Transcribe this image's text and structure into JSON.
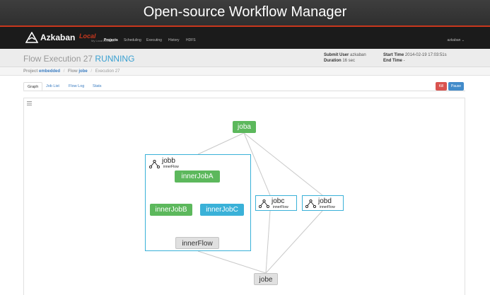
{
  "banner": {
    "title": "Open-source Workflow Manager"
  },
  "navbar": {
    "brand": "Azkaban",
    "brand_env": "Local",
    "brand_sub": "My Local Azkaban",
    "items": [
      {
        "label": "Projects",
        "active": true
      },
      {
        "label": "Scheduling",
        "active": false
      },
      {
        "label": "Executing",
        "active": false
      },
      {
        "label": "History",
        "active": false
      },
      {
        "label": "HDFS",
        "active": false
      }
    ],
    "user": "azkaban ⌄"
  },
  "header": {
    "title_prefix": "Flow Execution 27",
    "status": "RUNNING",
    "submit_user_label": "Submit User",
    "submit_user": "azkaban",
    "duration_label": "Duration",
    "duration": "16 sec",
    "start_time_label": "Start Time",
    "start_time": "2014-02-19 17:03:51s",
    "end_time_label": "End Time",
    "end_time": "-"
  },
  "breadcrumb": {
    "project_label": "Project",
    "project": "embedded",
    "flow_label": "Flow",
    "flow": "jobe",
    "execution": "Execution 27"
  },
  "tabs": [
    {
      "label": "Graph",
      "active": true
    },
    {
      "label": "Job List",
      "active": false
    },
    {
      "label": "Flow Log",
      "active": false
    },
    {
      "label": "Stats",
      "active": false
    }
  ],
  "actions": {
    "kill": "Kill",
    "pause": "Pause"
  },
  "graph": {
    "jobs": {
      "joba": "joba",
      "innerJobA": "innerJobA",
      "innerJobB": "innerJobB",
      "innerJobC": "innerJobC",
      "innerFlow": "innerFlow",
      "jobe": "jobe"
    },
    "flows": {
      "jobb": {
        "name": "jobb",
        "sub": "innerFlow"
      },
      "jobc": {
        "name": "jobc",
        "sub": "innerFlow"
      },
      "jobd": {
        "name": "jobd",
        "sub": "innerFlow"
      }
    },
    "status_colors": {
      "succeeded": "#5cb85c",
      "running": "#3ab1d8",
      "ready": "#e0e0e0"
    }
  },
  "colors": {
    "accent": "#c8371d",
    "running_text": "#39a0d1",
    "link": "#3a7cc1"
  }
}
